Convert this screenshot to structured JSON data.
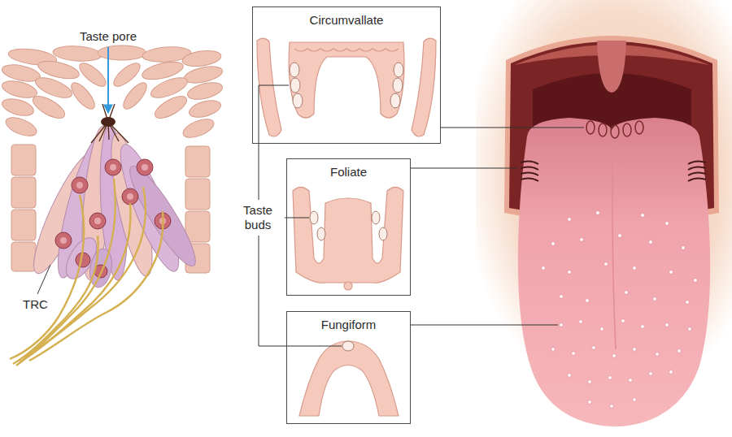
{
  "diagram": {
    "nodes": [
      {
        "text": [
          "Circumvallate"
        ]
      },
      {
        "text": [
          "Foliate"
        ]
      },
      {
        "text": [
          "Fungiform"
        ]
      }
    ],
    "labels": [
      "Taste pore",
      "TRC",
      "Taste buds"
    ]
  }
}
